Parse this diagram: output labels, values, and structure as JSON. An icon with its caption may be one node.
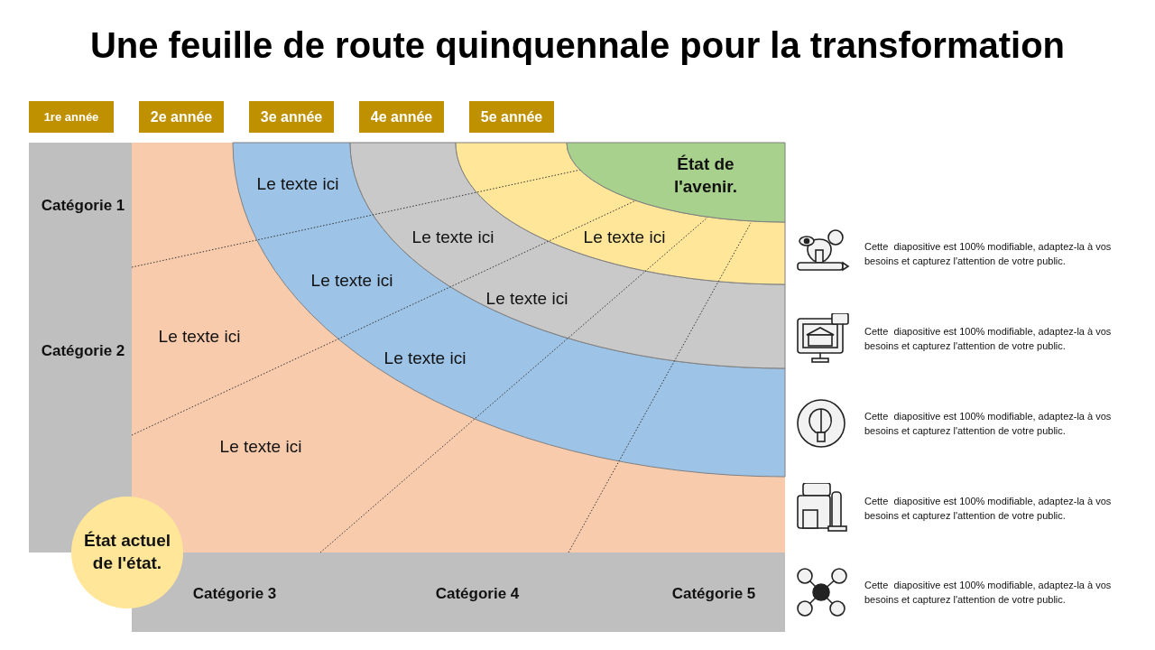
{
  "diagram": {
    "title": "Une feuille de route quinquennale pour la transformation",
    "nodes": [
      {
        "text": [
          "1re année"
        ]
      },
      {
        "text": [
          "2e année"
        ]
      },
      {
        "text": [
          "3e année"
        ]
      },
      {
        "text": [
          "4e année"
        ]
      },
      {
        "text": [
          "5e année"
        ]
      },
      {
        "text": [
          "Catégorie 1",
          "Catégorie 2"
        ]
      },
      {
        "text": [
          "Catégorie 3",
          "Catégorie 4",
          "Catégorie 5"
        ]
      },
      {
        "text": [
          "Le texte ici",
          "Le texte ici"
        ]
      },
      {
        "text": [
          "Le texte ici",
          "Le texte ici",
          "Le texte ici"
        ]
      },
      {
        "text": [
          "Le texte ici",
          "Le texte ici"
        ]
      },
      {
        "text": [
          "Le texte ici"
        ]
      },
      {
        "text": [
          "État de l'avenir."
        ]
      },
      {
        "text": [
          "État actuel de l'état."
        ]
      }
    ],
    "edges": [],
    "labels": [
      "Cette  diapositive est 100% modifiable, adaptez-la à vos besoins et capturez l'attention de votre public.",
      "Cette  diapositive est 100% modifiable, adaptez-la à vos besoins et capturez l'attention de votre public.",
      "Cette  diapositive est 100% modifiable, adaptez-la à vos besoins et capturez l'attention de votre public.",
      "Cette  diapositive est 100% modifiable, adaptez-la à vos besoins et capturez l'attention de votre public.",
      "Cette  diapositive est 100% modifiable, adaptez-la à vos besoins et capturez l'attention de votre public."
    ]
  }
}
